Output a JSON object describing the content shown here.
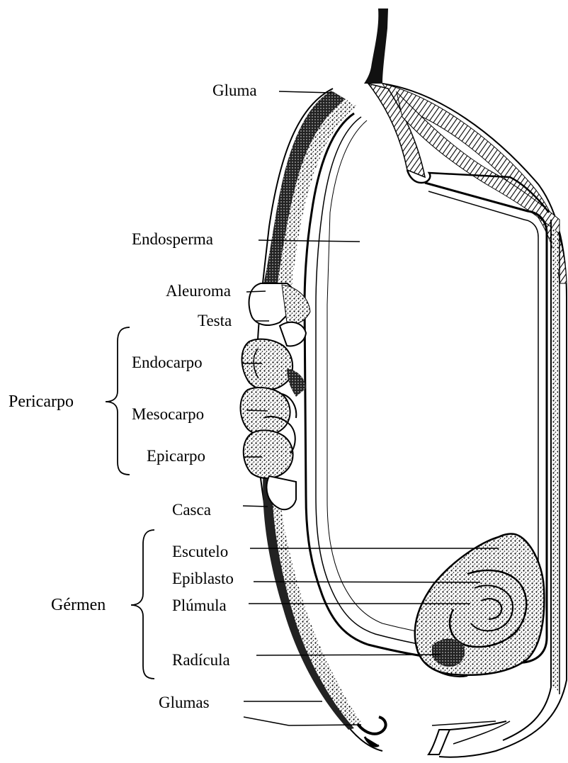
{
  "labels": {
    "gluma": "Gluma",
    "endosperma": "Endosperma",
    "aleuroma": "Aleuroma",
    "testa": "Testa",
    "endocarpo": "Endocarpo",
    "mesocarpo": "Mesocarpo",
    "epicarpo": "Epicarpo",
    "casca": "Casca",
    "escutelo": "Escutelo",
    "epiblasto": "Epiblasto",
    "plumula": "Plúmula",
    "radicula": "Radícula",
    "glumas": "Glumas"
  },
  "groups": {
    "pericarpo": "Pericarpo",
    "germen": "Gérmen"
  }
}
